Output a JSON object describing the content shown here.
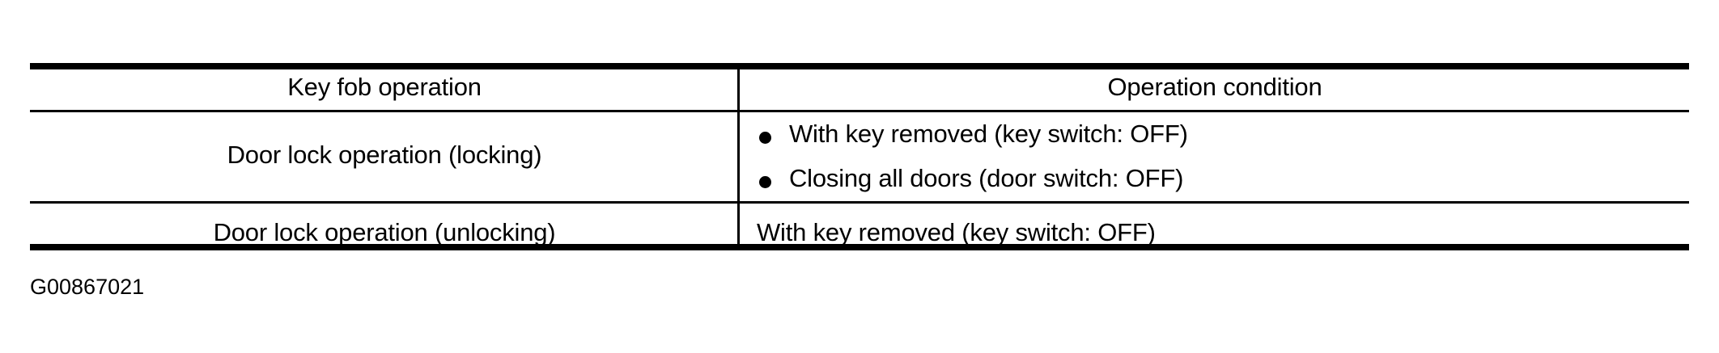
{
  "document": {
    "type": "service-manual-table",
    "caption_id": "G00867021"
  },
  "table": {
    "columns": [
      {
        "key": "operation",
        "header": "Key fob operation"
      },
      {
        "key": "condition",
        "header": "Operation condition"
      }
    ],
    "rows": [
      {
        "operation": "Door lock operation (locking)",
        "condition_items": [
          "With key removed (key switch: OFF)",
          "Closing all doors (door switch: OFF)"
        ],
        "bulleted": true
      },
      {
        "operation": "Door lock operation (unlocking)",
        "condition_items": [
          "With key removed (key switch: OFF)"
        ],
        "bulleted": false
      }
    ]
  },
  "style": {
    "text_color": "#000000",
    "background_color": "#ffffff",
    "rule_color": "#000000"
  }
}
